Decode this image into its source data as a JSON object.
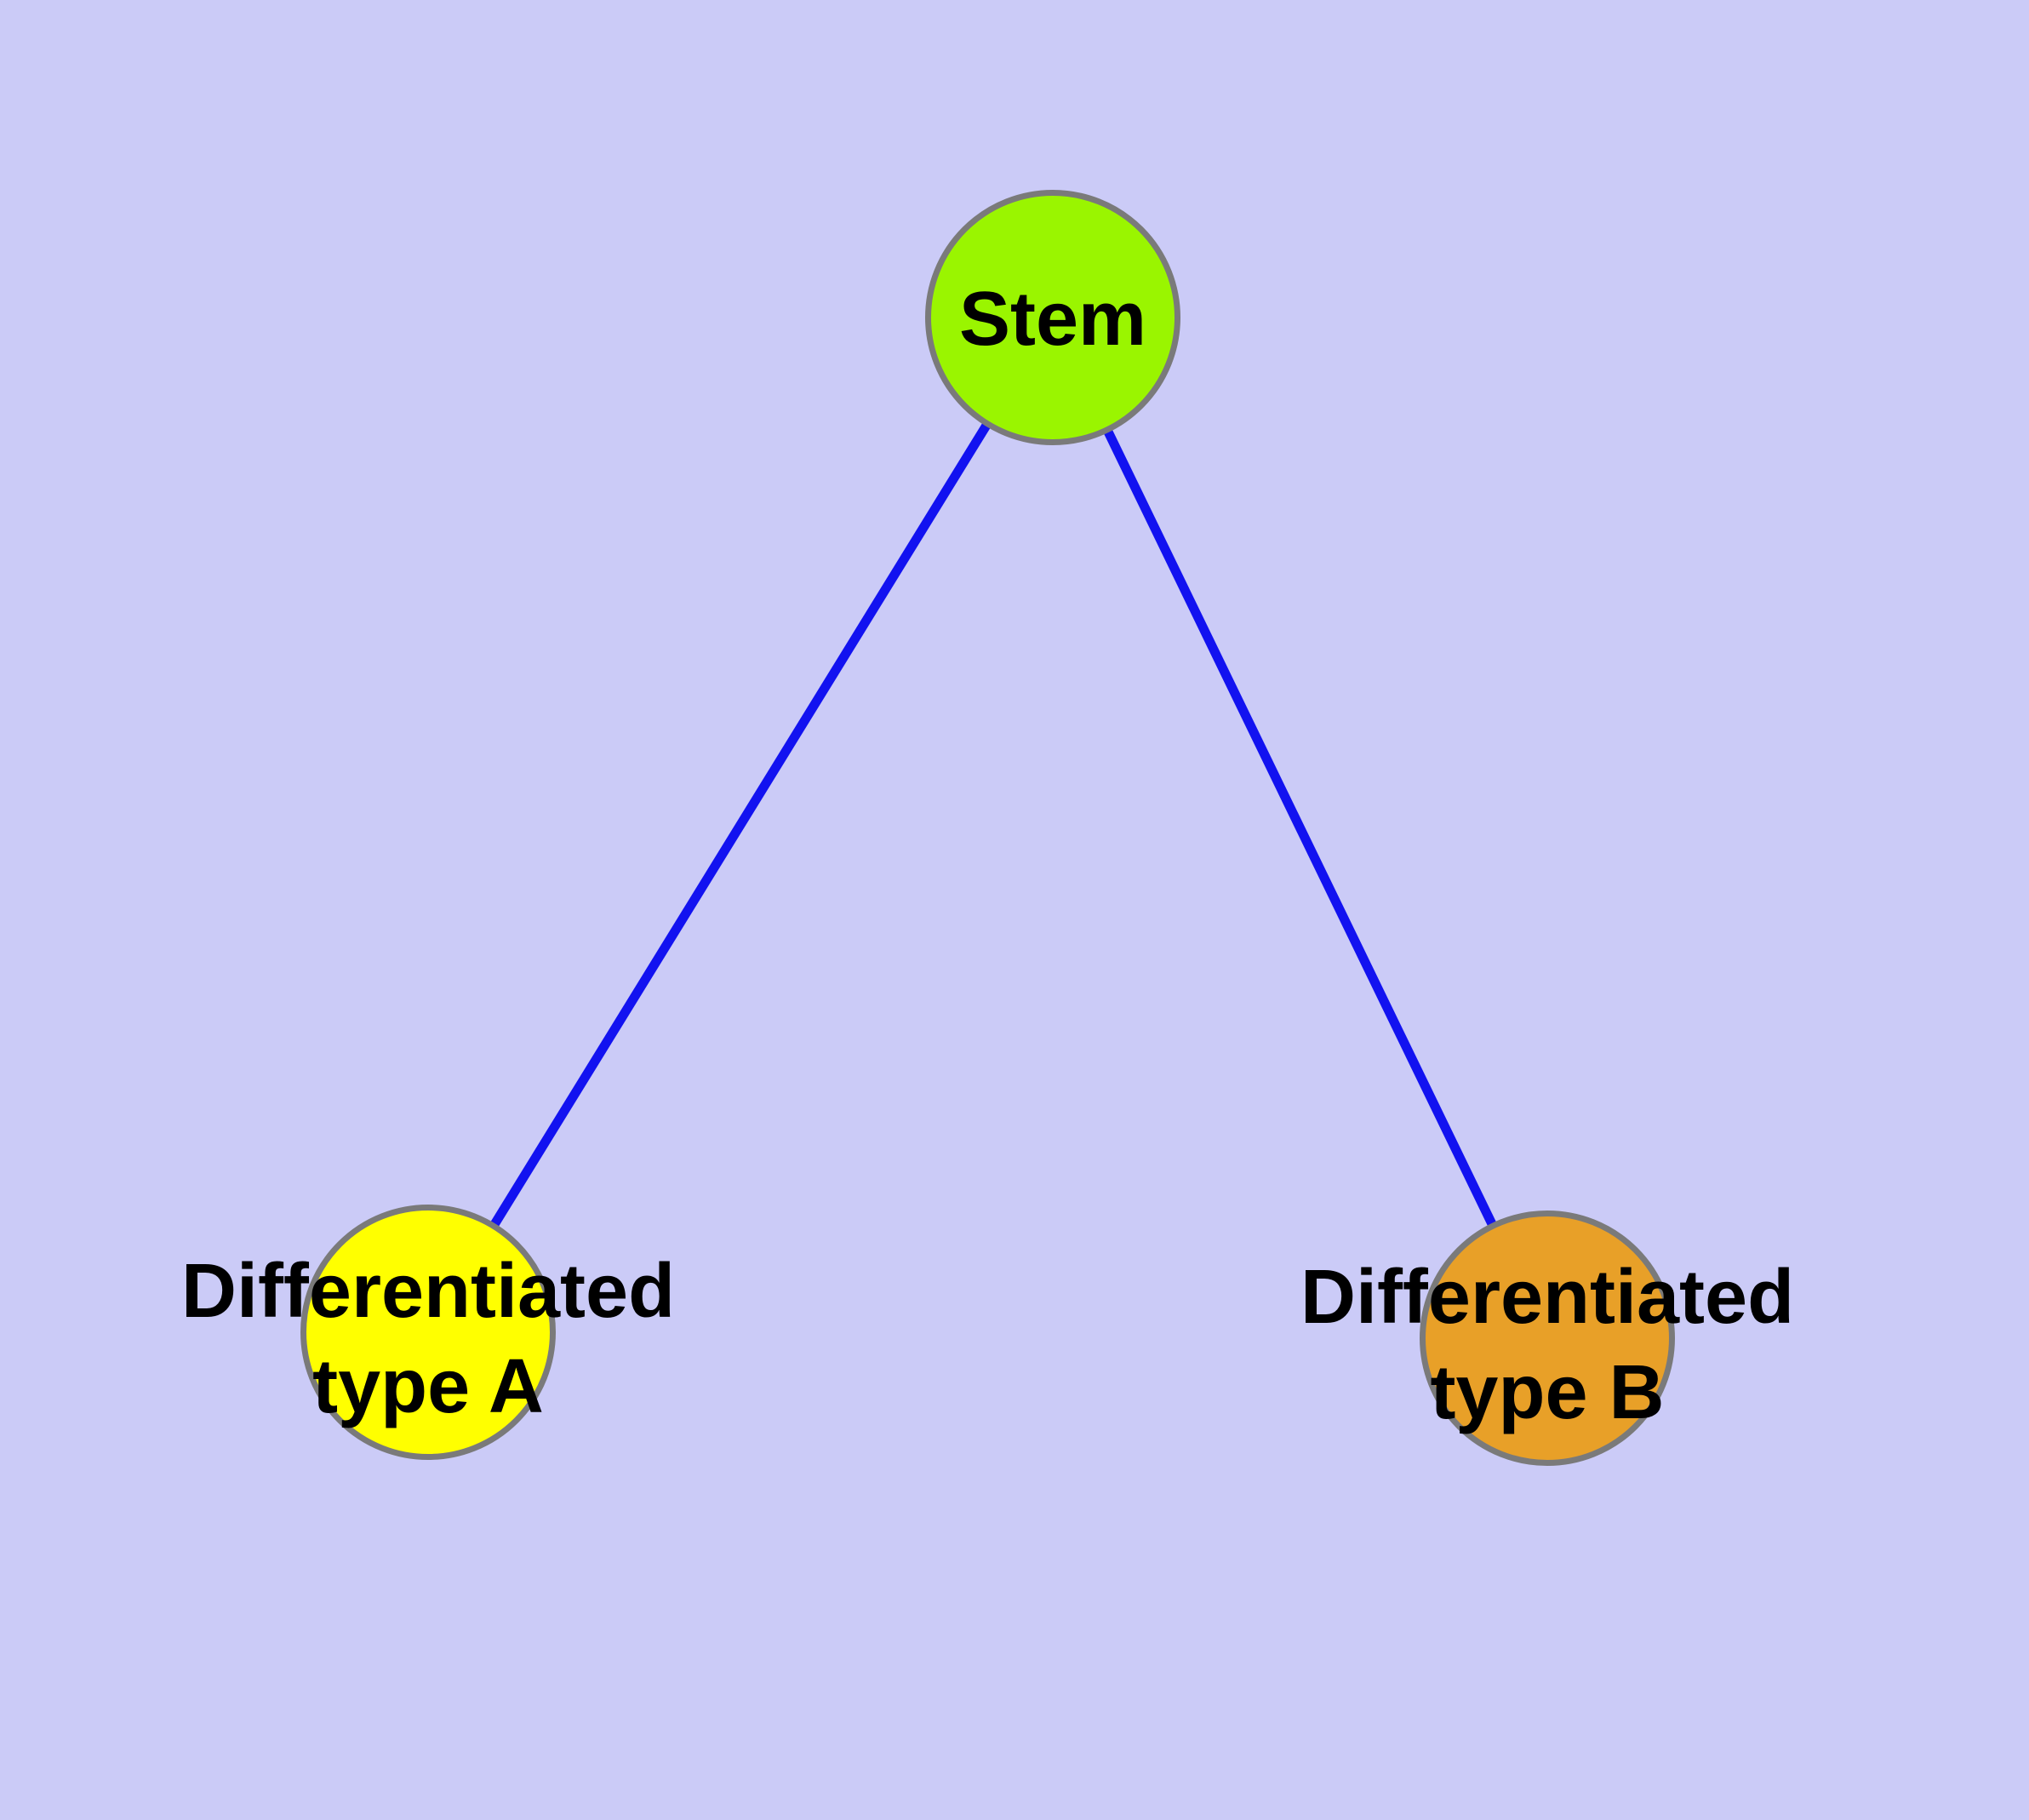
{
  "canvas": {
    "background_color": "#CBCBF7",
    "edge_color": "#1212F0",
    "node_border_color": "#7A7A7A",
    "text_color": "#000000"
  },
  "nodes": [
    {
      "id": "stem",
      "label": "Stem",
      "fill": "#9AF500"
    },
    {
      "id": "type-a",
      "label_line1": "Differentiated",
      "label_line2": "type A",
      "fill": "#FFFF00"
    },
    {
      "id": "type-b",
      "label_line1": "Differentiated",
      "label_line2": "type B",
      "fill": "#E8A028"
    }
  ],
  "edges": [
    {
      "from": "stem",
      "to": "type-a"
    },
    {
      "from": "stem",
      "to": "type-b"
    }
  ]
}
